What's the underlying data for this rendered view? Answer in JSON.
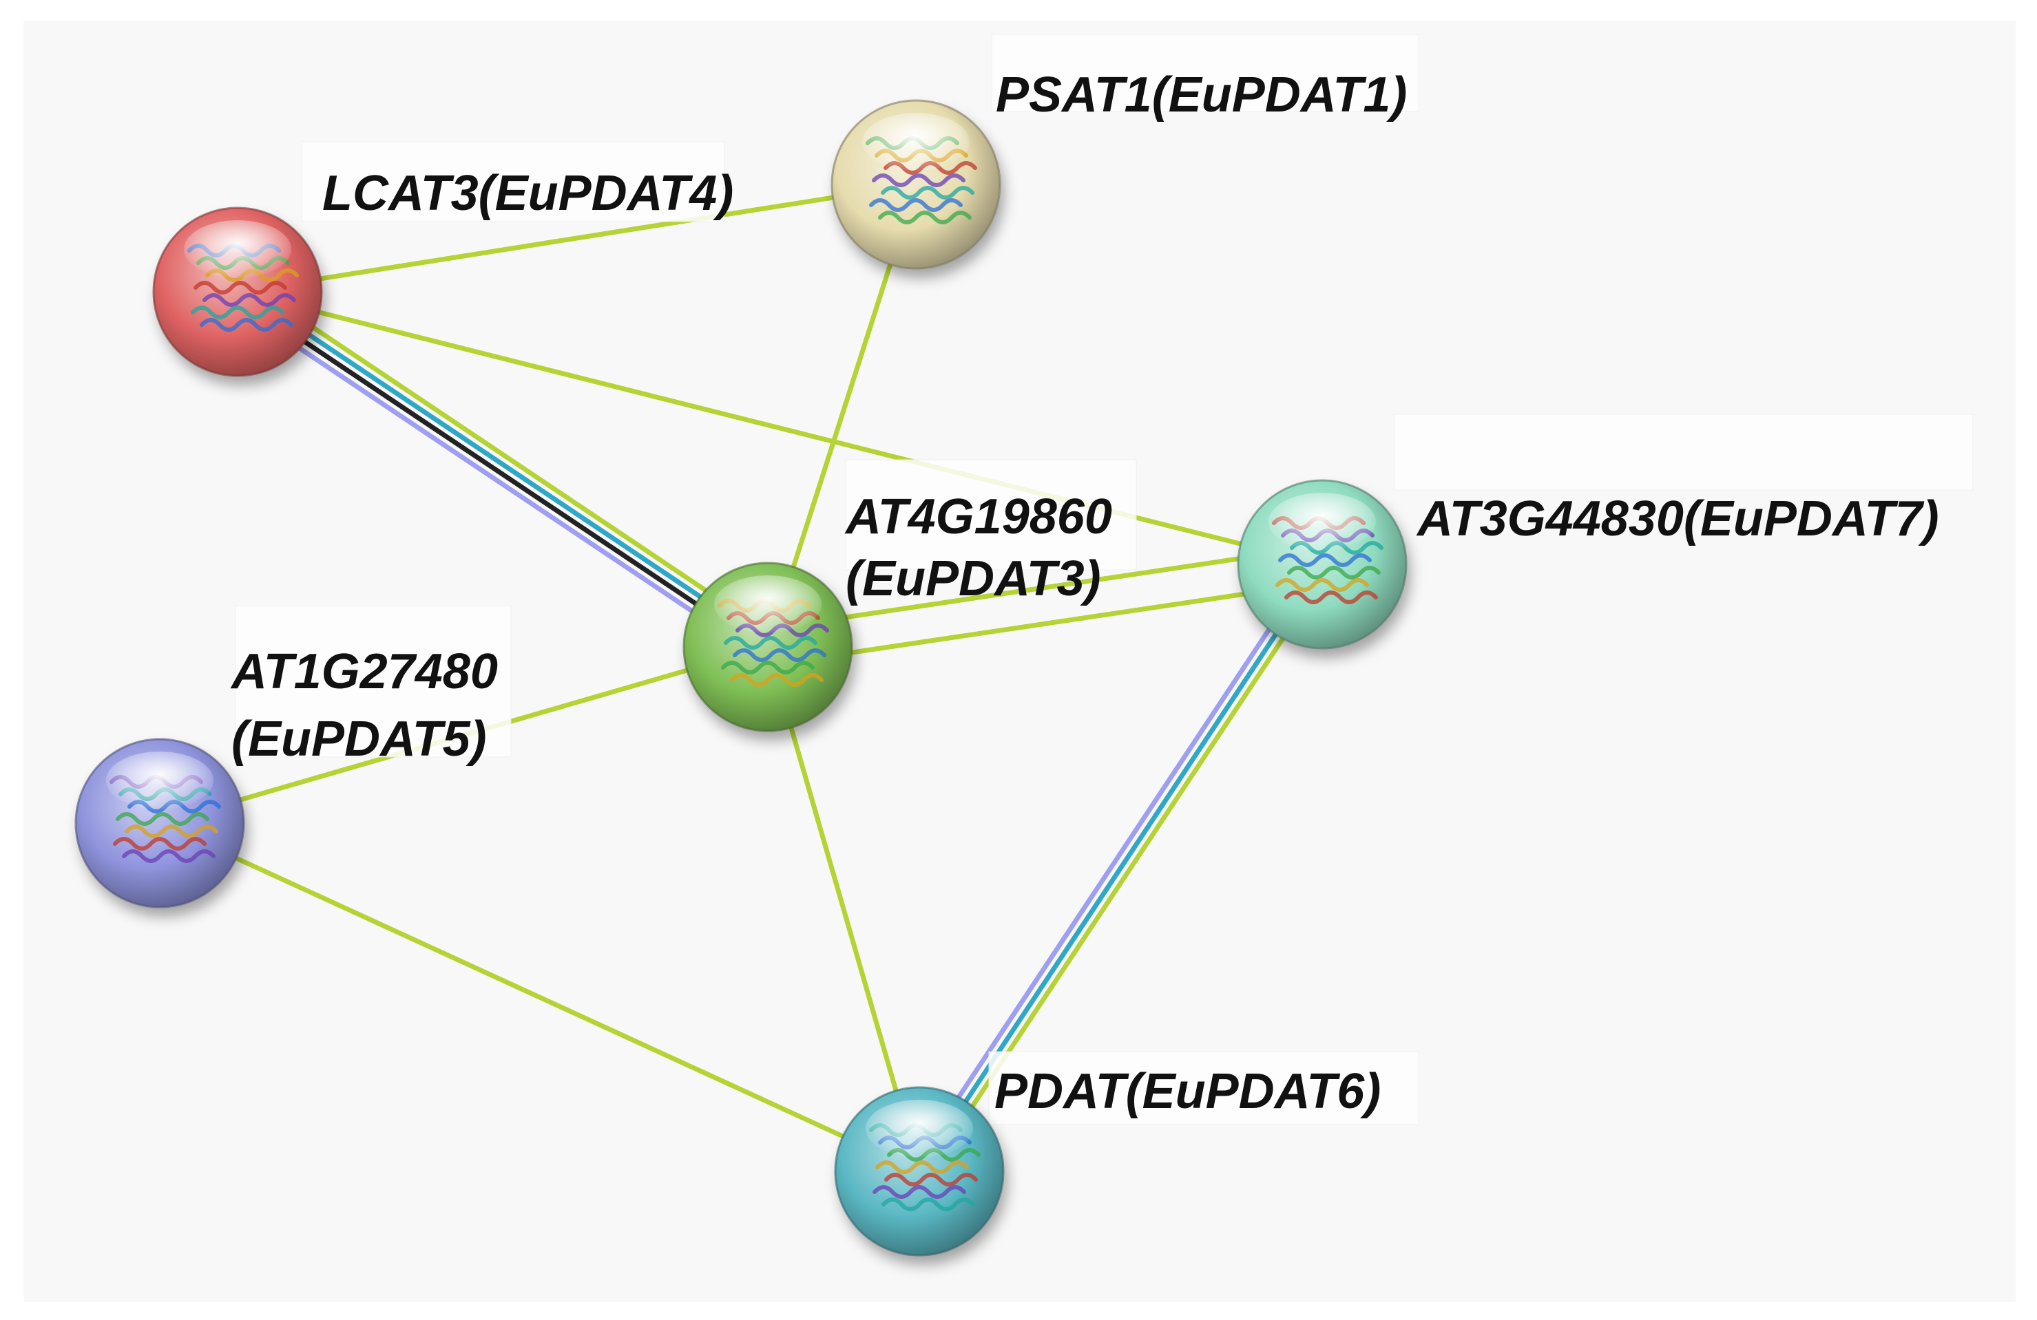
{
  "network": {
    "nodes": [
      {
        "id": "LCAT3",
        "label_main": "LCAT3",
        "label_alias": "(EuPDAT4)",
        "color": "#e06363"
      },
      {
        "id": "PSAT1",
        "label_main": "PSAT1",
        "label_alias": "(EuPDAT1)",
        "color": "#e6dcae"
      },
      {
        "id": "AT4G19860",
        "label_main": "AT4G19860",
        "label_alias": "(EuPDAT3)",
        "color": "#7fbf55"
      },
      {
        "id": "AT3G44830",
        "label_main": "AT3G44830",
        "label_alias": "(EuPDAT7)",
        "color": "#8fdcc0"
      },
      {
        "id": "AT1G27480",
        "label_main": "AT1G27480",
        "label_alias": "(EuPDAT5)",
        "color": "#8f94dd"
      },
      {
        "id": "PDAT",
        "label_main": "PDAT",
        "label_alias": "(EuPDAT6)",
        "color": "#5ab8c4"
      }
    ],
    "edge_colors": {
      "textmining": "#b5d334",
      "coexpression": "#222222",
      "database": "#2fa8c8",
      "experimental": "#9f9ff2"
    },
    "edges": [
      {
        "source": "LCAT3",
        "target": "PSAT1",
        "types": [
          "textmining"
        ]
      },
      {
        "source": "LCAT3",
        "target": "AT4G19860",
        "types": [
          "textmining",
          "database",
          "coexpression",
          "experimental"
        ]
      },
      {
        "source": "LCAT3",
        "target": "AT3G44830",
        "types": [
          "textmining"
        ]
      },
      {
        "source": "PSAT1",
        "target": "AT4G19860",
        "types": [
          "textmining"
        ]
      },
      {
        "source": "AT4G19860",
        "target": "AT3G44830",
        "types": [
          "textmining",
          "textmining"
        ]
      },
      {
        "source": "AT4G19860",
        "target": "AT1G27480",
        "types": [
          "textmining"
        ]
      },
      {
        "source": "AT4G19860",
        "target": "PDAT",
        "types": [
          "textmining"
        ]
      },
      {
        "source": "AT3G44830",
        "target": "PDAT",
        "types": [
          "textmining",
          "database",
          "experimental"
        ]
      },
      {
        "source": "AT1G27480",
        "target": "PDAT",
        "types": [
          "textmining"
        ]
      }
    ]
  }
}
